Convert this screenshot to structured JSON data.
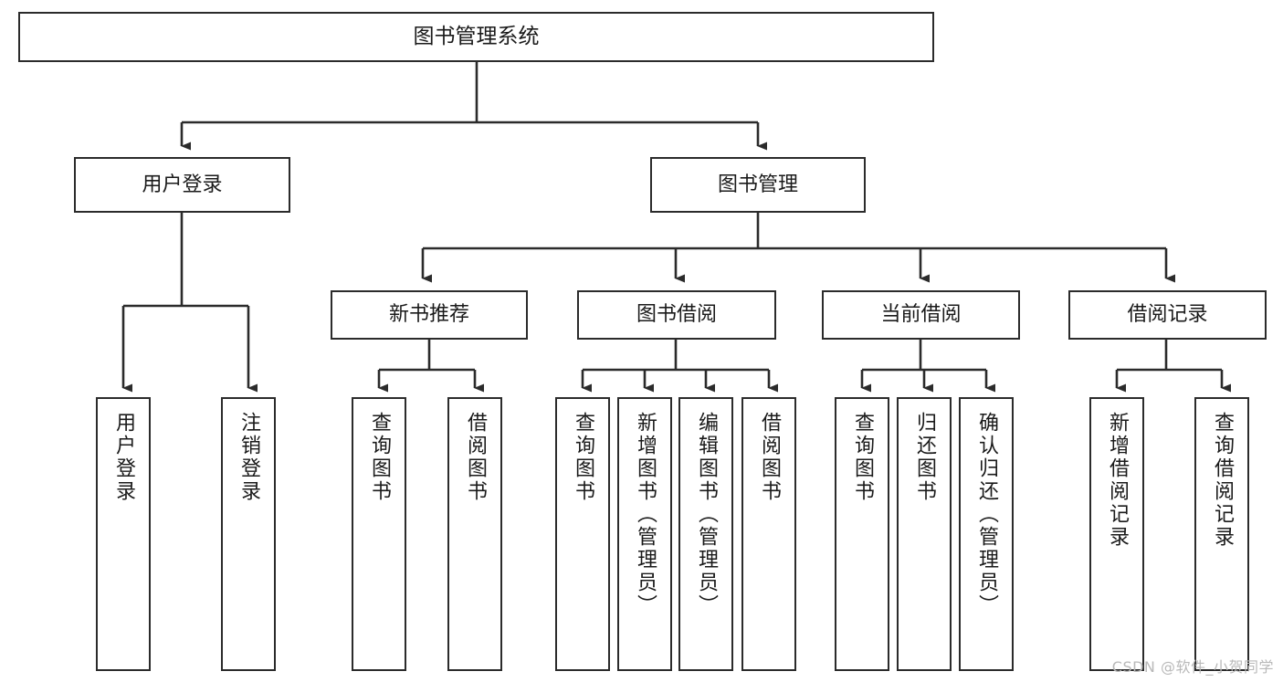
{
  "diagram": {
    "type": "tree-hierarchy",
    "title": "图书管理系统",
    "orientation": "top-down",
    "colors": {
      "box_border": "#2b2b2b",
      "box_fill": "#ffffff",
      "connector": "#2b2b2b",
      "text": "#1a1a1a",
      "watermark": "#b9b9b9",
      "background": "#ffffff"
    },
    "nodes": {
      "root": {
        "label": "图书管理系统"
      },
      "level1": [
        {
          "id": "user-login",
          "label": "用户登录"
        },
        {
          "id": "book-management",
          "label": "图书管理"
        }
      ],
      "level2": [
        {
          "id": "new-book-recommend",
          "label": "新书推荐",
          "parent": "book-management"
        },
        {
          "id": "book-borrow",
          "label": "图书借阅",
          "parent": "book-management"
        },
        {
          "id": "current-borrow",
          "label": "当前借阅",
          "parent": "book-management"
        },
        {
          "id": "borrow-record",
          "label": "借阅记录",
          "parent": "book-management"
        }
      ],
      "leaves": {
        "user-login": [
          {
            "id": "leaf-user-login",
            "label": "用户登录"
          },
          {
            "id": "leaf-logout-login",
            "label": "注销登录"
          }
        ],
        "new-book-recommend": [
          {
            "id": "leaf-query-book-1",
            "label": "查询图书"
          },
          {
            "id": "leaf-borrow-book-1",
            "label": "借阅图书"
          }
        ],
        "book-borrow": [
          {
            "id": "leaf-query-book-2",
            "label": "查询图书"
          },
          {
            "id": "leaf-add-book",
            "label": "新增图书（管理员）"
          },
          {
            "id": "leaf-edit-book",
            "label": "编辑图书（管理员）"
          },
          {
            "id": "leaf-borrow-book-2",
            "label": "借阅图书"
          }
        ],
        "current-borrow": [
          {
            "id": "leaf-query-book-3",
            "label": "查询图书"
          },
          {
            "id": "leaf-return-book",
            "label": "归还图书"
          },
          {
            "id": "leaf-confirm-return",
            "label": "确认归还（管理员）"
          }
        ],
        "borrow-record": [
          {
            "id": "leaf-add-record",
            "label": "新增借阅记录"
          },
          {
            "id": "leaf-query-record",
            "label": "查询借阅记录"
          }
        ]
      }
    },
    "watermark": "CSDN @软件_小贺同学"
  }
}
